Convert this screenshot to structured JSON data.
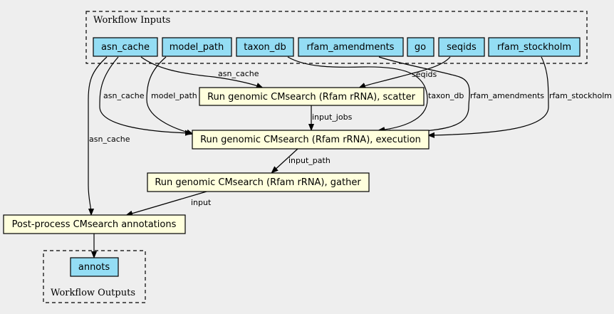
{
  "clusters": {
    "inputs_label": "Workflow Inputs",
    "outputs_label": "Workflow Outputs"
  },
  "inputs": {
    "asn_cache": "asn_cache",
    "model_path": "model_path",
    "taxon_db": "taxon_db",
    "rfam_amendments": "rfam_amendments",
    "go": "go",
    "seqids": "seqids",
    "rfam_stockholm": "rfam_stockholm"
  },
  "steps": {
    "scatter": "Run genomic CMsearch (Rfam rRNA), scatter",
    "execution": "Run genomic CMsearch (Rfam rRNA), execution",
    "gather": "Run genomic CMsearch (Rfam rRNA), gather",
    "postprocess": "Post-process CMsearch annotations"
  },
  "outputs": {
    "annots": "annots"
  },
  "edge_labels": {
    "asn_cache_to_scatter": "asn_cache",
    "seqids_to_scatter": "seqids",
    "asn_cache_to_execution": "asn_cache",
    "model_path_to_execution": "model_path",
    "input_jobs": "input_jobs",
    "taxon_db_to_execution": "taxon_db",
    "rfam_amendments_to_execution": "rfam_amendments",
    "rfam_stockholm_to_execution": "rfam_stockholm",
    "asn_cache_to_postprocess": "asn_cache",
    "input_path": "input_path",
    "input": "input"
  },
  "colors": {
    "background": "#eeeeee",
    "input_node": "#94ddf4",
    "step_node": "#ffffdd"
  }
}
